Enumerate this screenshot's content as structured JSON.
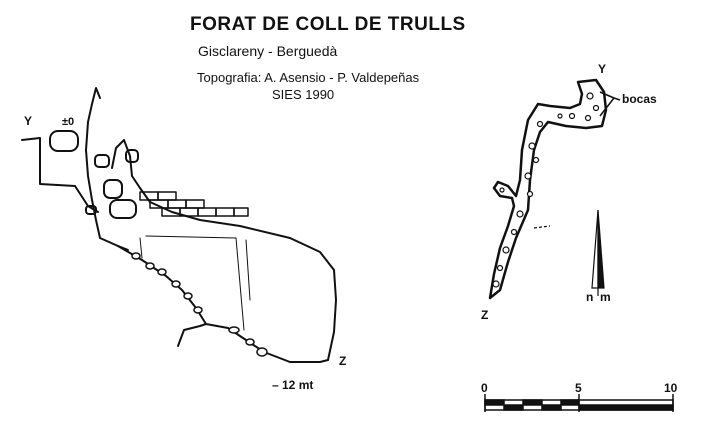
{
  "header": {
    "title": "FORAT DE COLL DE TRULLS",
    "location": "Gisclareny - Berguedà",
    "topography": "Topografia: A. Asensio - P. Valdepeñas",
    "org_year": "SIES     1990"
  },
  "section": {
    "y_label": "Y",
    "z_label": "Z",
    "zero_label": "±0",
    "depth_label": "– 12 mt"
  },
  "plan": {
    "y_label": "Y",
    "z_label": "Z",
    "entrances_label": "bocas",
    "north_true": "n",
    "north_magnetic": "m"
  },
  "scale": {
    "labels": [
      "0",
      "5",
      "10"
    ],
    "range_m": [
      0,
      10
    ]
  },
  "colors": {
    "ink": "#111111",
    "paper": "#ffffff"
  }
}
